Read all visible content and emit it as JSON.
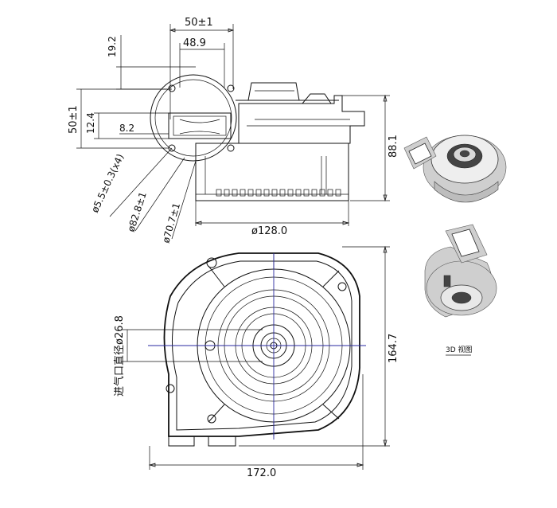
{
  "dimensions": {
    "top_width_tol": "50±1",
    "inner_width": "48.9",
    "offset_top": "19.2",
    "height_tol": "50±1",
    "inner_height": "12.4",
    "inner_depth": "8.2",
    "hole_dia": "ø5.5±0.3(x4)",
    "dia_82": "ø82.8±1",
    "dia_70": "ø70.7±1",
    "base_dia": "ø128.0",
    "side_height": "88.1",
    "inlet_dia": "进气口直径ø26.8",
    "front_height": "164.7",
    "front_width": "172.0"
  },
  "view_label": "3D 视图"
}
